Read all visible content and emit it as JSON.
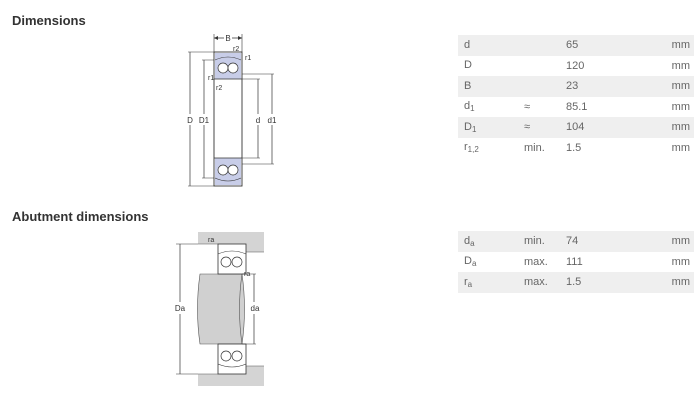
{
  "dimensions": {
    "title": "Dimensions",
    "drawing_labels": {
      "B": "B",
      "r2_top": "r2",
      "r1_top": "r1",
      "r1_left": "r1",
      "r2_left": "r2",
      "D": "D",
      "D1": "D1",
      "d": "d",
      "d1": "d1"
    },
    "rows": [
      {
        "sym": "d",
        "sub": "",
        "qual": "",
        "value": "65",
        "unit": "mm"
      },
      {
        "sym": "D",
        "sub": "",
        "qual": "",
        "value": "120",
        "unit": "mm"
      },
      {
        "sym": "B",
        "sub": "",
        "qual": "",
        "value": "23",
        "unit": "mm"
      },
      {
        "sym": "d",
        "sub": "1",
        "qual": "≈",
        "value": "85.1",
        "unit": "mm"
      },
      {
        "sym": "D",
        "sub": "1",
        "qual": "≈",
        "value": "104",
        "unit": "mm"
      },
      {
        "sym": "r",
        "sub": "1,2",
        "qual": "min.",
        "value": "1.5",
        "unit": "mm"
      }
    ]
  },
  "abutment": {
    "title": "Abutment dimensions",
    "drawing_labels": {
      "ra_top": "ra",
      "ra_mid": "ra",
      "Da": "Da",
      "da": "da"
    },
    "rows": [
      {
        "sym": "d",
        "sub": "a",
        "qual": "min.",
        "value": "74",
        "unit": "mm"
      },
      {
        "sym": "D",
        "sub": "a",
        "qual": "max.",
        "value": "111",
        "unit": "mm"
      },
      {
        "sym": "r",
        "sub": "a",
        "qual": "max.",
        "value": "1.5",
        "unit": "mm"
      }
    ]
  }
}
